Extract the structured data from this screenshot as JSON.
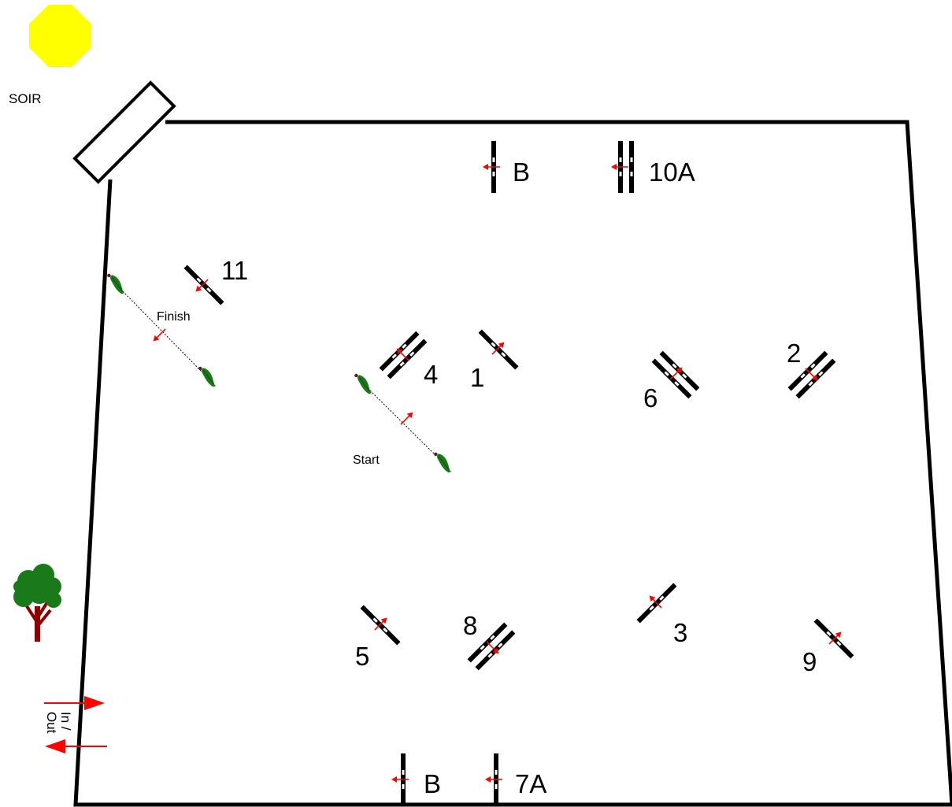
{
  "header": {
    "sun_label": "SOIR"
  },
  "markers": {
    "start_label": "Start",
    "finish_label": "Finish",
    "in_out_label": "In /\nOut"
  },
  "fences": {
    "f1": "1",
    "f2": "2",
    "f3": "3",
    "f4": "4",
    "f5": "5",
    "f6": "6",
    "f7": "7A",
    "f7b": "B",
    "f8": "8",
    "f9": "9",
    "f10": "10A",
    "f10b": "B",
    "f11": "11"
  },
  "colors": {
    "sun": "#ffff00",
    "arrow": "#ff0000",
    "rail": "#000000",
    "flag": "#1a7a1a",
    "tree_leaves": "#1a7a1a",
    "tree_trunk": "#8b0000"
  }
}
